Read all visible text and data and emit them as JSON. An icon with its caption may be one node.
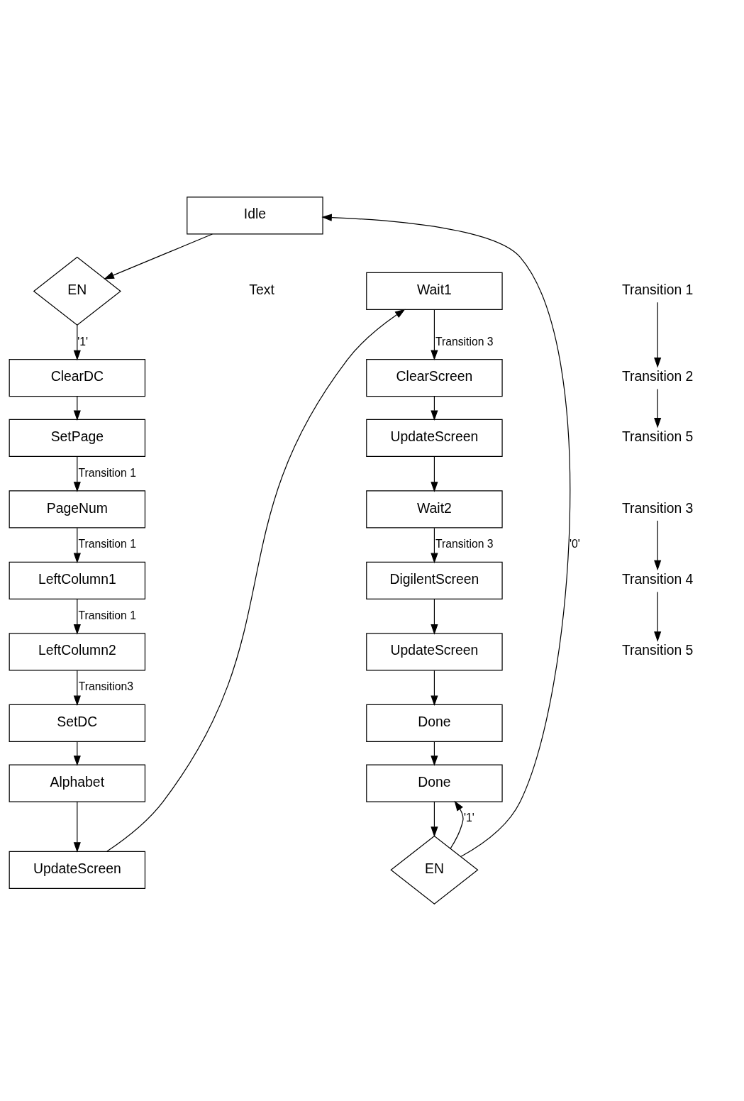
{
  "diagram": {
    "nodes": [
      {
        "text": [
          "Idle"
        ]
      },
      {
        "text": [
          "EN"
        ]
      },
      {
        "text": [
          "ClearDC"
        ]
      },
      {
        "text": [
          "SetPage"
        ]
      },
      {
        "text": [
          "PageNum"
        ]
      },
      {
        "text": [
          "LeftColumn1"
        ]
      },
      {
        "text": [
          "LeftColumn2"
        ]
      },
      {
        "text": [
          "SetDC"
        ]
      },
      {
        "text": [
          "Alphabet"
        ]
      },
      {
        "text": [
          "UpdateScreen"
        ]
      },
      {
        "text": [
          "Wait1"
        ]
      },
      {
        "text": [
          "ClearScreen"
        ]
      },
      {
        "text": [
          "UpdateScreen"
        ]
      },
      {
        "text": [
          "Wait2"
        ]
      },
      {
        "text": [
          "DigilentScreen"
        ]
      },
      {
        "text": [
          "UpdateScreen"
        ]
      },
      {
        "text": [
          "Done"
        ]
      },
      {
        "text": [
          "Done"
        ]
      },
      {
        "text": [
          "EN"
        ]
      },
      {
        "text": [
          "Transition 1"
        ]
      },
      {
        "text": [
          "Transition 2"
        ]
      },
      {
        "text": [
          "Transition 5"
        ]
      },
      {
        "text": [
          "Transition 3"
        ]
      },
      {
        "text": [
          "Transition 4"
        ]
      },
      {
        "text": [
          "Transition 5"
        ]
      }
    ],
    "edges": [
      {
        "from": 0,
        "to": 1,
        "arrow": "to"
      },
      {
        "from": 1,
        "to": 2,
        "label": "'1'",
        "arrow": "to"
      },
      {
        "from": 2,
        "to": 3,
        "arrow": "to"
      },
      {
        "from": 3,
        "to": 4,
        "label": "Transition 1",
        "arrow": "to"
      },
      {
        "from": 4,
        "to": 5,
        "label": "Transition 1",
        "arrow": "to"
      },
      {
        "from": 5,
        "to": 6,
        "label": "Transition 1",
        "arrow": "to"
      },
      {
        "from": 6,
        "to": 7,
        "label": "Transition3",
        "arrow": "to"
      },
      {
        "from": 7,
        "to": 8,
        "arrow": "to"
      },
      {
        "from": 8,
        "to": 9,
        "arrow": "to"
      },
      {
        "from": 9,
        "to": 10,
        "arrow": "to"
      },
      {
        "from": 10,
        "to": 11,
        "label": "Transition 3",
        "arrow": "to"
      },
      {
        "from": 11,
        "to": 12,
        "arrow": "to"
      },
      {
        "from": 12,
        "to": 13,
        "arrow": "to"
      },
      {
        "from": 13,
        "to": 14,
        "label": "Transition 3",
        "arrow": "to"
      },
      {
        "from": 14,
        "to": 15,
        "arrow": "to"
      },
      {
        "from": 15,
        "to": 16,
        "arrow": "to"
      },
      {
        "from": 16,
        "to": 17,
        "arrow": "to"
      },
      {
        "from": 17,
        "to": 18,
        "arrow": "to"
      },
      {
        "from": 18,
        "to": 17,
        "label": "'1'",
        "arrow": "to"
      },
      {
        "from": 18,
        "to": 0,
        "label": "'0'",
        "arrow": "to"
      },
      {
        "from": 19,
        "to": 20,
        "arrow": "to"
      },
      {
        "from": 20,
        "to": 21,
        "arrow": "to"
      },
      {
        "from": 22,
        "to": 23,
        "arrow": "to"
      },
      {
        "from": 23,
        "to": 24,
        "arrow": "to"
      }
    ],
    "labels": [
      "Text"
    ]
  }
}
